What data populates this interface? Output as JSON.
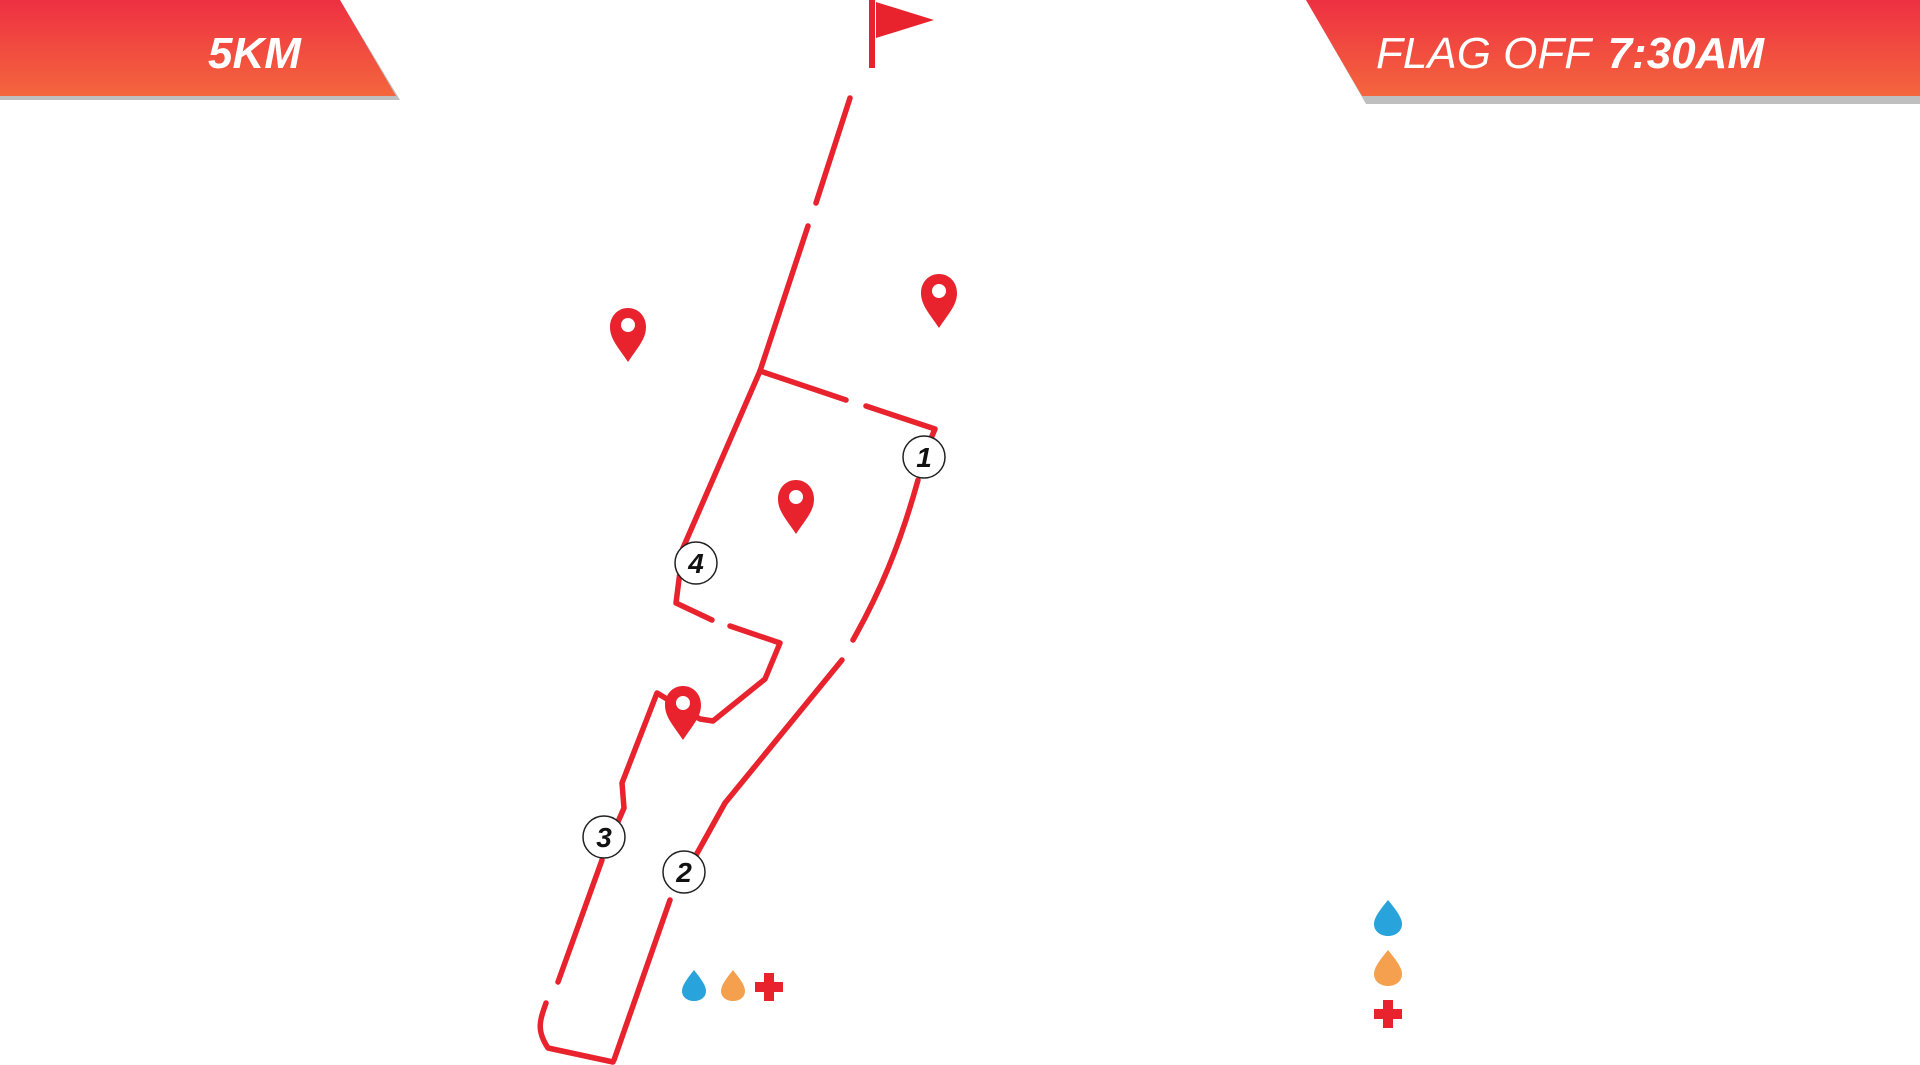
{
  "route": {
    "distance_label": "5KM",
    "flag_off_prefix": "FLAG OFF",
    "flag_off_time": "7:30AM",
    "route_color": "#e8232e",
    "banner_gradient_top": "#ee3042",
    "banner_gradient_bottom": "#f4663d"
  },
  "km_markers": [
    "1",
    "2",
    "3",
    "4"
  ],
  "location_pins": [
    "pin-left",
    "pin-right",
    "pin-center",
    "pin-lower"
  ],
  "station_icons": [
    {
      "name": "water-drop-icon",
      "color": "#29a3dc"
    },
    {
      "name": "isotonic-drop-icon",
      "color": "#f5a04e"
    },
    {
      "name": "medical-cross-icon",
      "color": "#e8232e"
    }
  ],
  "legend": {
    "items": [
      {
        "name": "water-drop-icon",
        "color": "#29a3dc"
      },
      {
        "name": "isotonic-drop-icon",
        "color": "#f5a04e"
      },
      {
        "name": "medical-cross-icon",
        "color": "#e8232e"
      }
    ]
  }
}
